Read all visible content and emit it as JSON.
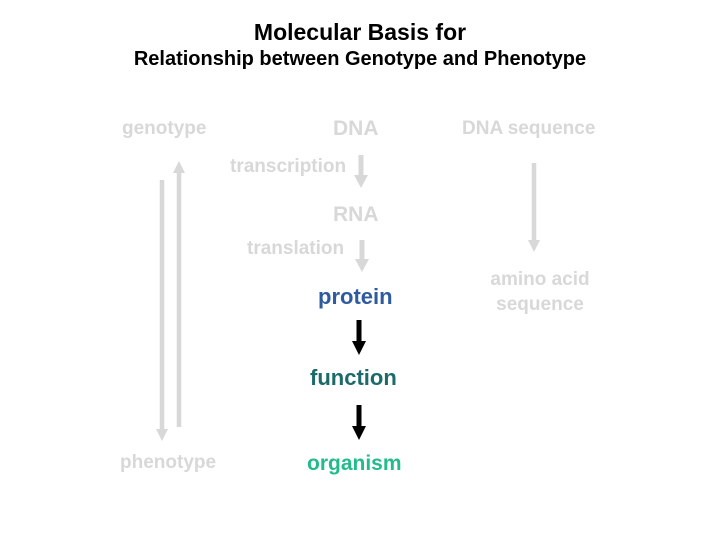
{
  "title": {
    "line1": "Molecular Basis for",
    "line2": "Relationship between Genotype and Phenotype"
  },
  "diagram": {
    "left_column": {
      "genotype": "genotype",
      "phenotype": "phenotype"
    },
    "center_column": {
      "dna": "DNA",
      "transcription": "transcription",
      "rna": "RNA",
      "translation": "translation",
      "protein": "protein",
      "function": "function",
      "organism": "organism"
    },
    "right_column": {
      "dna_sequence": "DNA sequence",
      "amino_acid_line1": "amino acid",
      "amino_acid_line2": "sequence"
    },
    "arrows": [
      {
        "name": "genotype-to-phenotype-down-arrow",
        "color": "#d8d8d8"
      },
      {
        "name": "phenotype-to-genotype-up-arrow",
        "color": "#d8d8d8"
      },
      {
        "name": "transcription-down-arrow",
        "color": "#d8d8d8"
      },
      {
        "name": "translation-down-arrow",
        "color": "#d8d8d8"
      },
      {
        "name": "dna-sequence-to-amino-acid-arrow",
        "color": "#d8d8d8"
      },
      {
        "name": "protein-to-function-arrow",
        "color": "#000000"
      },
      {
        "name": "function-to-organism-arrow",
        "color": "#000000"
      }
    ],
    "colors": {
      "muted_gray": "#d8d8d8",
      "protein_blue": "#2e5b9e",
      "function_teal": "#1c6a6a",
      "organism_green": "#22bb8a",
      "title_black": "#000000",
      "background": "#ffffff"
    }
  }
}
